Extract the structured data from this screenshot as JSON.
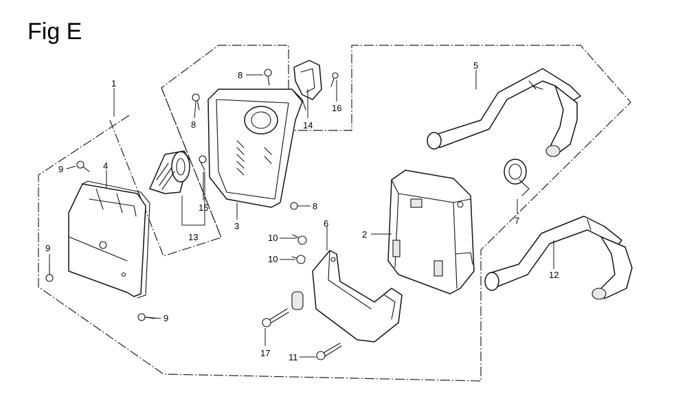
{
  "figure": {
    "title": "Fig E"
  },
  "callouts": {
    "c1": "1",
    "c2": "2",
    "c3": "3",
    "c4": "4",
    "c5": "5",
    "c6": "6",
    "c7": "7",
    "c8a": "8",
    "c8b": "8",
    "c8c": "8",
    "c9a": "9",
    "c9b": "9",
    "c9c": "9",
    "c10a": "10",
    "c10b": "10",
    "c11": "11",
    "c12": "12",
    "c13": "13",
    "c14": "14",
    "c15": "15",
    "c16": "16",
    "c17": "17"
  }
}
